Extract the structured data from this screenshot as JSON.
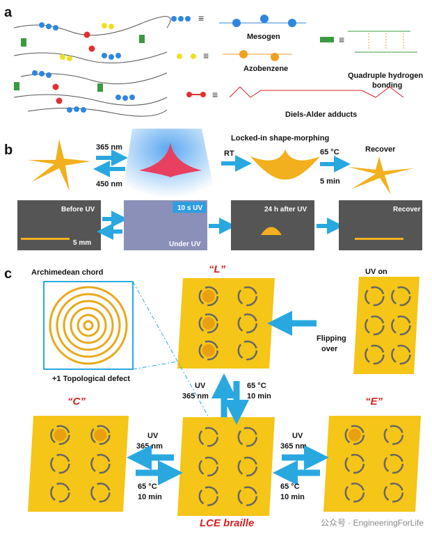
{
  "panel_a": {
    "label": "a",
    "legend": {
      "mesogen": "Mesogen",
      "azobenzene": "Azobenzene",
      "hbond_line1": "Quadruple hydrogen",
      "hbond_line2": "bonding",
      "diels_alder": "Diels-Alder adducts"
    }
  },
  "panel_b": {
    "label": "b",
    "uv": "365 nm",
    "blue": "450 nm",
    "locked": "Locked-in shape-morphing",
    "rt": "RT",
    "temp": "65 °C",
    "time": "5 min",
    "recover": "Recover",
    "photos": [
      "Before UV",
      "10 s UV",
      "24 h after UV",
      "Recover"
    ],
    "under_uv": "Under UV",
    "scale": "5 mm"
  },
  "panel_c": {
    "label": "c",
    "chord": "Archimedean chord",
    "defect": "+1 Topological defect",
    "L": "“L”",
    "C": "“C”",
    "E": "“E”",
    "uv_on": "UV on",
    "flip1": "Flipping",
    "flip2": "over",
    "uv": "UV",
    "nm": "365 nm",
    "temp": "65 °C",
    "time": "10 min",
    "braille": "LCE braille"
  },
  "watermark": "公众号 · EngineeringForLife",
  "colors": {
    "mesogen": "#2f86e0",
    "azo": "#f0a020",
    "hbond": "#3a9a40",
    "da": "#d42020",
    "arrow": "#29a8e0",
    "plate": "#f5c518"
  }
}
